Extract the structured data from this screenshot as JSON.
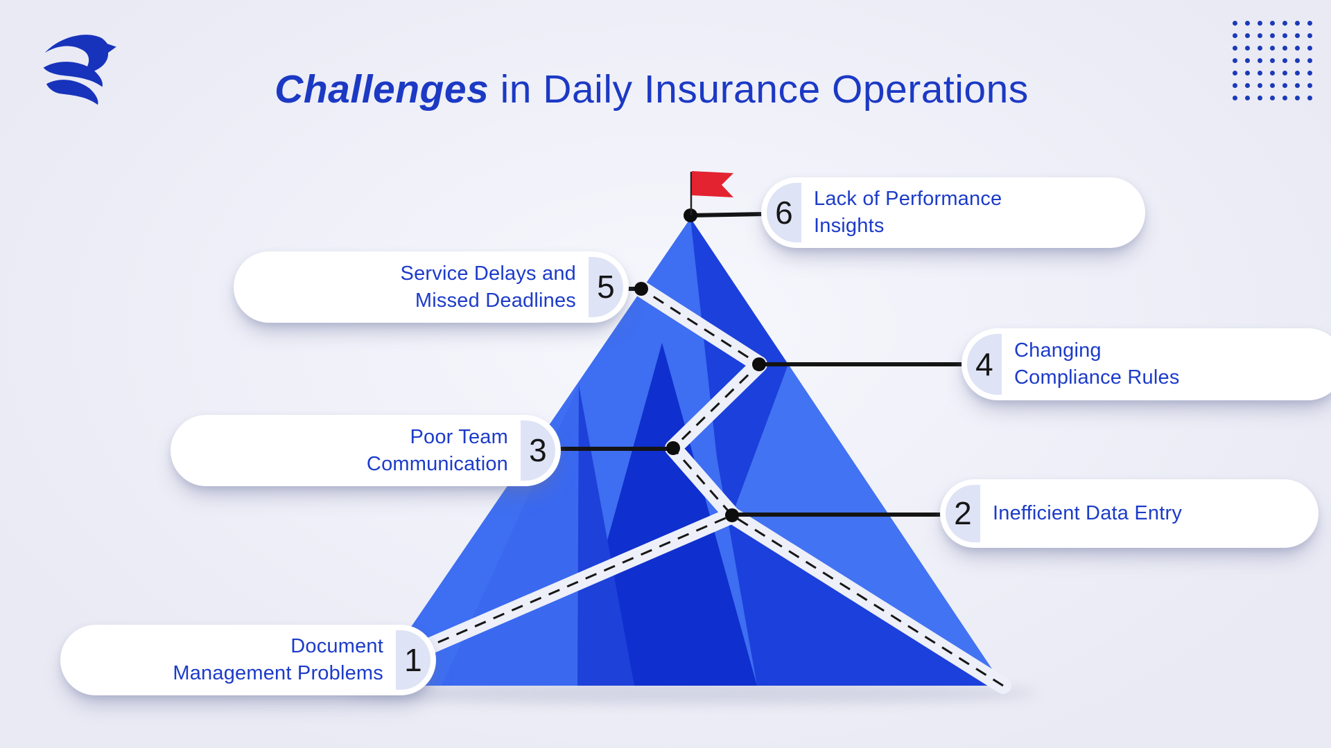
{
  "title": {
    "emphasis": "Challenges",
    "rest": " in Daily Insurance Operations"
  },
  "logo": {
    "name": "phoenix-eagle-logo",
    "color": "#1733bc"
  },
  "decor": {
    "dot_grid_rows": 7,
    "dot_grid_cols": 7,
    "dot_color": "#1b3ab8"
  },
  "flag": {
    "color": "#e32330",
    "meaning": "summit-flag"
  },
  "colors": {
    "text_blue": "#1c3bc9",
    "title_blue": "#1c39c4",
    "mountain_light": "#3e6ef1",
    "mountain_dark": "#1c40db",
    "mountain_darkest": "#0f2fce",
    "trail": "#edeff9",
    "connector_black": "#141414",
    "pill_cap": "#dfe3f6",
    "background": "#edeef7"
  },
  "labels": [
    {
      "num": "1",
      "line1": "Document",
      "line2": "Management Problems",
      "text": "Document Management Problems",
      "side": "left"
    },
    {
      "num": "2",
      "line1": "Inefficient Data Entry",
      "line2": "",
      "text": "Inefficient Data Entry",
      "side": "right"
    },
    {
      "num": "3",
      "line1": "Poor Team",
      "line2": "Communication",
      "text": "Poor Team Communication",
      "side": "left"
    },
    {
      "num": "4",
      "line1": "Changing",
      "line2": "Compliance Rules",
      "text": "Changing Compliance Rules",
      "side": "right"
    },
    {
      "num": "5",
      "line1": "Service Delays and",
      "line2": "Missed Deadlines",
      "text": "Service Delays and Missed Deadlines",
      "side": "left"
    },
    {
      "num": "6",
      "line1": "Lack of Performance",
      "line2": "Insights",
      "text": "Lack of Performance Insights",
      "side": "right"
    }
  ]
}
